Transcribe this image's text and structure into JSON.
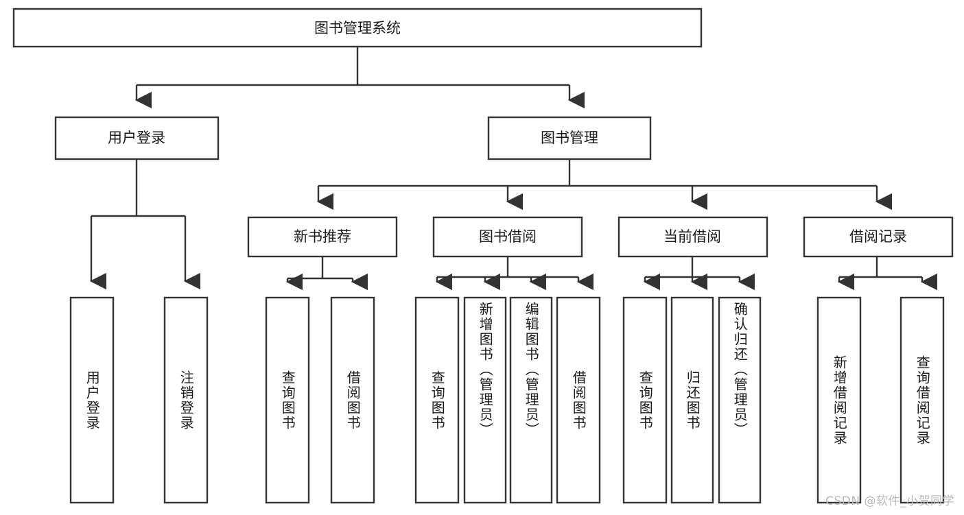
{
  "diagram": {
    "title": "图书管理系统",
    "type": "tree-hierarchy",
    "root": {
      "label": "图书管理系统"
    },
    "level2": [
      {
        "label": "用户登录"
      },
      {
        "label": "图书管理"
      }
    ],
    "level3": [
      {
        "label": "新书推荐"
      },
      {
        "label": "图书借阅"
      },
      {
        "label": "当前借阅"
      },
      {
        "label": "借阅记录"
      }
    ],
    "leaves": {
      "user_login": [
        {
          "label": "用户登录"
        },
        {
          "label": "注销登录"
        }
      ],
      "new_book_recommend": [
        {
          "label": "查询图书"
        },
        {
          "label": "借阅图书"
        }
      ],
      "book_borrow": [
        {
          "label": "查询图书"
        },
        {
          "label": "新增图书（管理员）"
        },
        {
          "label": "编辑图书（管理员）"
        },
        {
          "label": "借阅图书"
        }
      ],
      "current_borrow": [
        {
          "label": "查询图书"
        },
        {
          "label": "归还图书"
        },
        {
          "label": "确认归还（管理员）"
        }
      ],
      "borrow_record": [
        {
          "label": "新增借阅记录"
        },
        {
          "label": "查询借阅记录"
        }
      ]
    }
  },
  "watermark": {
    "text": "CSDN @软件_小贺同学"
  },
  "colors": {
    "stroke": "#333333",
    "box_fill": "#ffffff",
    "text": "#1a1a1a",
    "watermark": "#b9b9b9",
    "background": "#ffffff"
  }
}
